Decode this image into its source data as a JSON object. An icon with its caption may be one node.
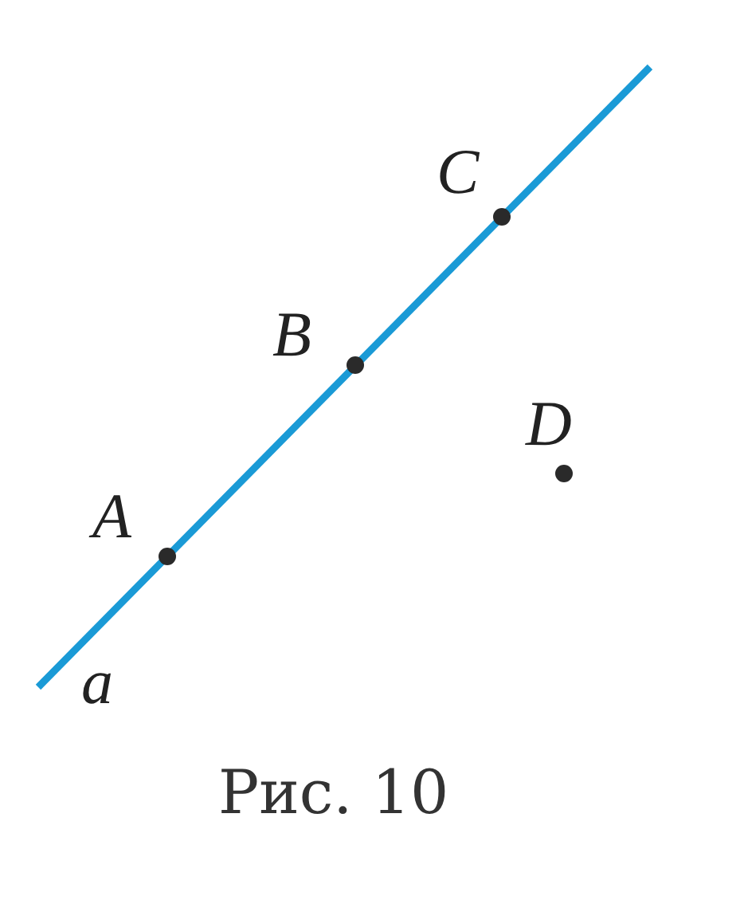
{
  "diagram": {
    "caption": "Рис. 10",
    "labels": [
      "C",
      "B",
      "D",
      "A",
      "a"
    ]
  }
}
